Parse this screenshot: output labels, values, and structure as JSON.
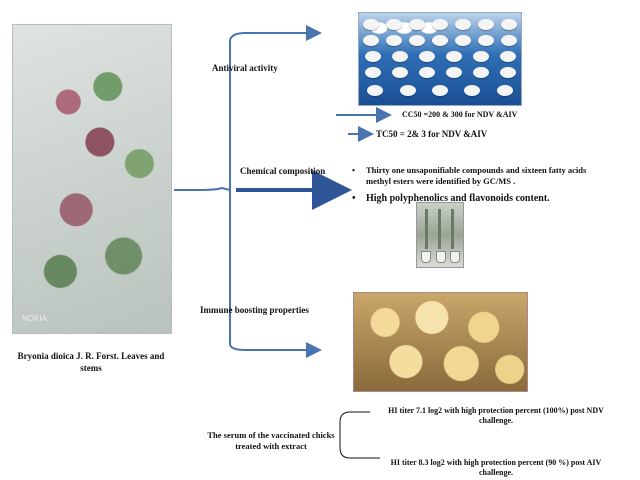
{
  "plant": {
    "photo_credit": "NOKIA",
    "caption": "Bryonia dioica J. R. Forst. Leaves and stems"
  },
  "branches": {
    "antiviral": "Antiviral activity",
    "chemical": "Chemical composition",
    "immune": "Immune boosting properties"
  },
  "antiviral_results": {
    "cc50": "CC50 =200 & 300 for NDV &AIV",
    "tc50": "TC50 = 2& 3 for NDV &AIV"
  },
  "chemical_results": [
    "Thirty one unsaponifiable compounds and sixteen fatty acids methyl esters were identified by GC/MS .",
    "High polyphenolics and flavonoids content."
  ],
  "immune_results": {
    "serum_label": "The serum of the vaccinated chicks treated with extract",
    "ndv": "HI titer 7.1 log2 with high protection percent (100%) post NDV challenge.",
    "aiv": "HI titer 8.3 log2 with high protection percent (90 %) post AIV challenge."
  },
  "icons": [
    "plant-photo",
    "eggs-photo",
    "lab-photo",
    "chicks-photo",
    "arrow-right-icon"
  ],
  "colors": {
    "arrow": "#4a74b0",
    "arrow_dark": "#2f5597",
    "text": "#111111"
  }
}
